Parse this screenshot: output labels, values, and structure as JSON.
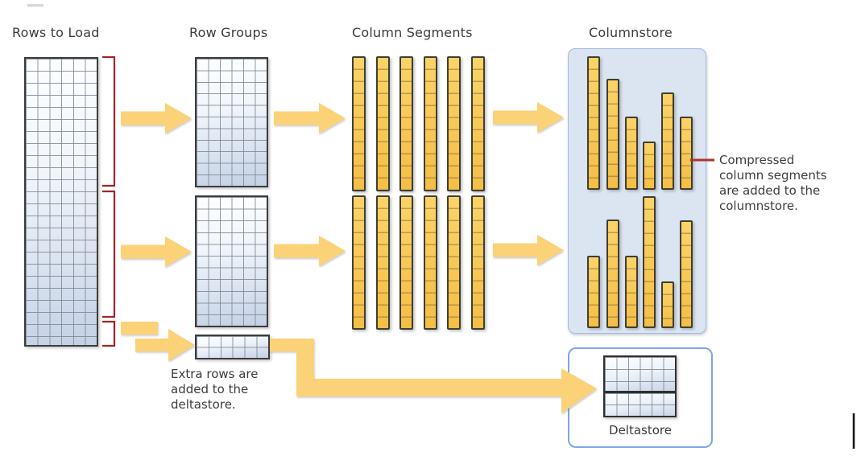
{
  "diagram": {
    "stage_labels": [
      "Rows to Load",
      "Row Groups",
      "Column Segments",
      "Columnstore"
    ],
    "deltastore_label": "Deltastore",
    "annotations": {
      "compressed": "Compressed column segments are added to the columnstore.",
      "extra_rows": "Extra rows are added to the deltastore."
    },
    "colors": {
      "arrow_gold": "#FBD277",
      "segment_fill": "#F8C64F",
      "segment_border": "#3E3E32",
      "table_border": "#3C3C3C",
      "table_grid": "#7D8796",
      "columnstore_panel_fill": "#DBE5F2",
      "columnstore_panel_border": "#A3BCDD",
      "deltastore_panel_border": "#7DA7E0",
      "bracket_red": "#A32424",
      "callout_red": "#B23030",
      "text": "#3D3D3D"
    }
  }
}
